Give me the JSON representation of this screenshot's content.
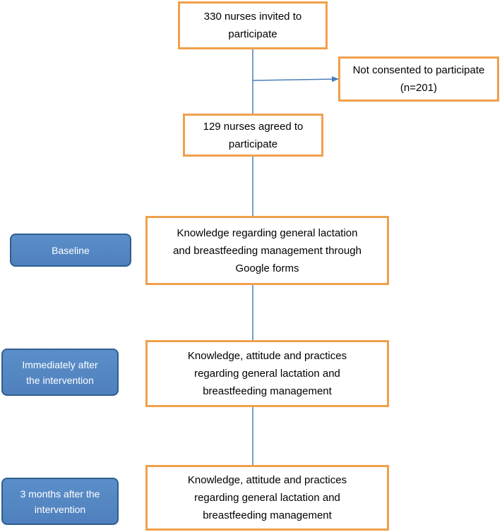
{
  "boxes": {
    "invited": "330 nurses invited to\nparticipate",
    "not_consented": "Not consented to participate\n(n=201)",
    "agreed": "129 nurses agreed to\nparticipate",
    "baseline_assessment": "Knowledge regarding general lactation\nand breastfeeding management through\nGoogle forms",
    "post_assessment": "Knowledge, attitude and practices\nregarding general lactation and\nbreastfeeding management",
    "followup_assessment": "Knowledge, attitude and practices\nregarding general lactation and\nbreastfeeding management"
  },
  "stages": {
    "baseline": "Baseline",
    "immediately_after": "Immediately after\nthe intervention",
    "three_months": "3 months after the\nintervention"
  },
  "colors": {
    "box_border": "#f0a04b",
    "connector": "#4a7ebb",
    "stage_fill": "#4f80bd",
    "stage_border": "#2f5f8f"
  }
}
